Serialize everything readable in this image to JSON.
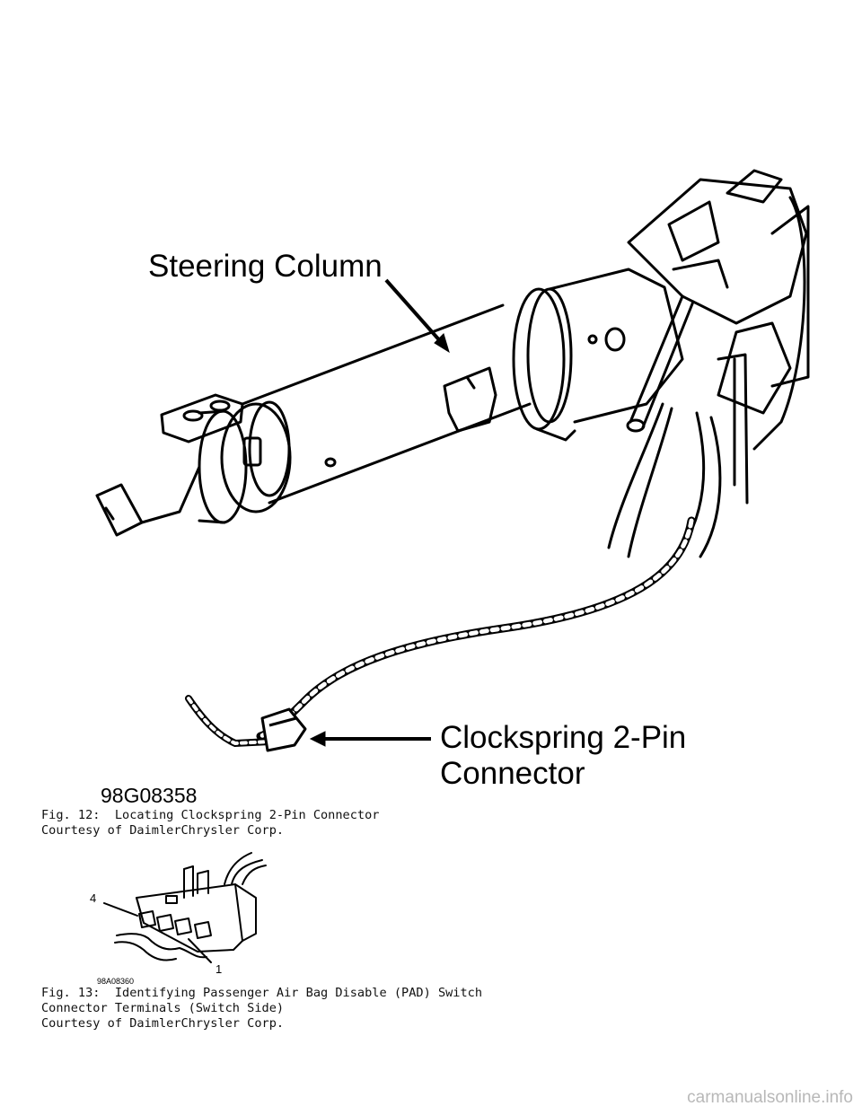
{
  "figure12": {
    "callout_steering_column": "Steering Column",
    "callout_clockspring_line1": "Clockspring 2-Pin",
    "callout_clockspring_line2": "Connector",
    "figure_code": "98G08358",
    "caption_line1": "Fig. 12:  Locating Clockspring 2-Pin Connector",
    "caption_line2": "Courtesy of DaimlerChrysler Corp."
  },
  "figure13": {
    "terminal_label_4": "4",
    "terminal_label_1": "1",
    "figure_code": "98A08360",
    "caption_line1": "Fig. 13:  Identifying Passenger Air Bag Disable (PAD) Switch",
    "caption_line2": "Connector Terminals (Switch Side)",
    "caption_line3": "Courtesy of DaimlerChrysler Corp."
  },
  "watermark": "carmanualsonline.info"
}
